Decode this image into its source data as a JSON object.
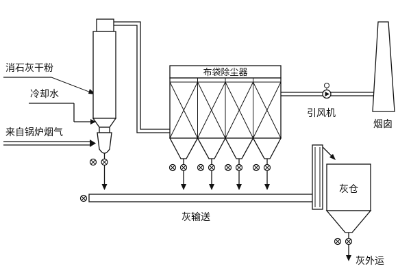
{
  "inputs": {
    "lime_powder": "消石灰干粉",
    "cooling_water": "冷却水",
    "boiler_flue_gas": "来自锅炉烟气"
  },
  "equipment": {
    "bag_filter": "布袋除尘器",
    "induced_fan": "引风机",
    "chimney": "烟囱",
    "ash_silo": "灰仓"
  },
  "flows": {
    "ash_conveying": "灰输送",
    "ash_out": "灰外运"
  }
}
